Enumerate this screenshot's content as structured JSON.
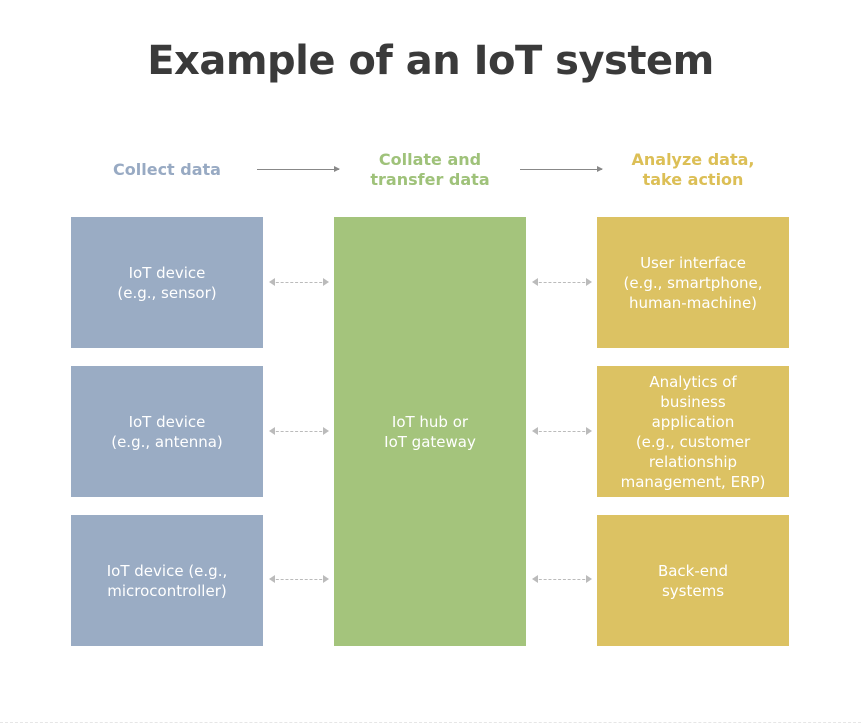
{
  "title": "Example of an IoT system",
  "stages": [
    {
      "label": "Collect data",
      "color": "#98aac3"
    },
    {
      "label": "Collate and\ntransfer data",
      "color": "#9fc27a"
    },
    {
      "label": "Analyze data,\ntake action",
      "color": "#dcbf56"
    }
  ],
  "devices": [
    {
      "label": "IoT device\n(e.g., sensor)"
    },
    {
      "label": "IoT device\n(e.g., antenna)"
    },
    {
      "label": "IoT device (e.g.,\nmicrocontroller)"
    }
  ],
  "hub": {
    "label": "IoT hub or\nIoT gateway"
  },
  "outputs": [
    {
      "label": "User interface\n(e.g., smartphone,\nhuman-machine)"
    },
    {
      "label": "Analytics of\nbusiness\napplication\n(e.g., customer\nrelationship\nmanagement, ERP)"
    },
    {
      "label": "Back-end\nsystems"
    }
  ]
}
